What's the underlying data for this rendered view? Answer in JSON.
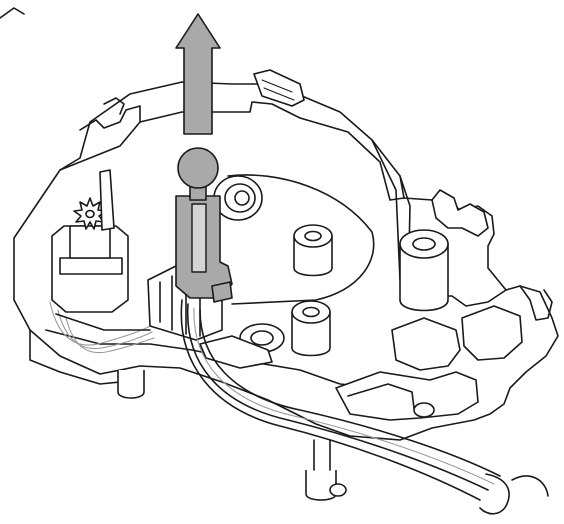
{
  "figure": {
    "colors": {
      "line": "#1a1a1a",
      "background": "#ffffff",
      "lever_fill": "#a9a9a9",
      "arrow_fill": "#a9a9a9",
      "wire_dark": "#1a1a1a",
      "wire_light": "#9a9a9a"
    },
    "parts": [
      "housing",
      "lift-arrow",
      "knob-lever",
      "gear-pinion",
      "boss-posts",
      "wire-bundle"
    ],
    "arrow_direction": "up"
  }
}
